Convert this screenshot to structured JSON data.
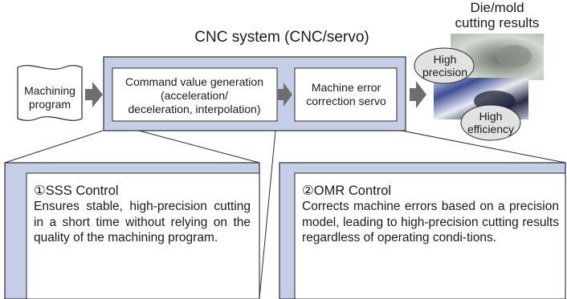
{
  "system_title": "CNC system (CNC/servo)",
  "machining_program": {
    "lines": [
      "Machining",
      "program"
    ]
  },
  "command_block": {
    "lines": [
      "Command value generation",
      "(acceleration/",
      "deceleration, interpolation)"
    ]
  },
  "correction_block": {
    "lines": [
      "Machine error",
      "correction servo"
    ]
  },
  "results": {
    "title_lines": [
      "Die/mold",
      "cutting results"
    ],
    "precision_lines": [
      "High",
      "precision"
    ],
    "efficiency_lines": [
      "High",
      "efficiency"
    ]
  },
  "sss_panel": {
    "marker": "①",
    "title": "SSS Control",
    "body": "Ensures stable, high-precision cutting in a short time without relying on the quality of the machining program."
  },
  "omr_panel": {
    "marker": "②",
    "title": "OMR Control",
    "body": "Corrects machine errors based on a precision model, leading to high-precision cutting results regardless of operating condi-tions."
  },
  "colors": {
    "system_fill": "#c6cde6",
    "frame_stroke": "#2b2b2b",
    "arrow_fill": "#6e6e6e",
    "bubble_fill": "#e2e2e2"
  },
  "icons": [
    "right-arrow-icon",
    "wavy-document-icon",
    "speech-bubble-icon"
  ]
}
